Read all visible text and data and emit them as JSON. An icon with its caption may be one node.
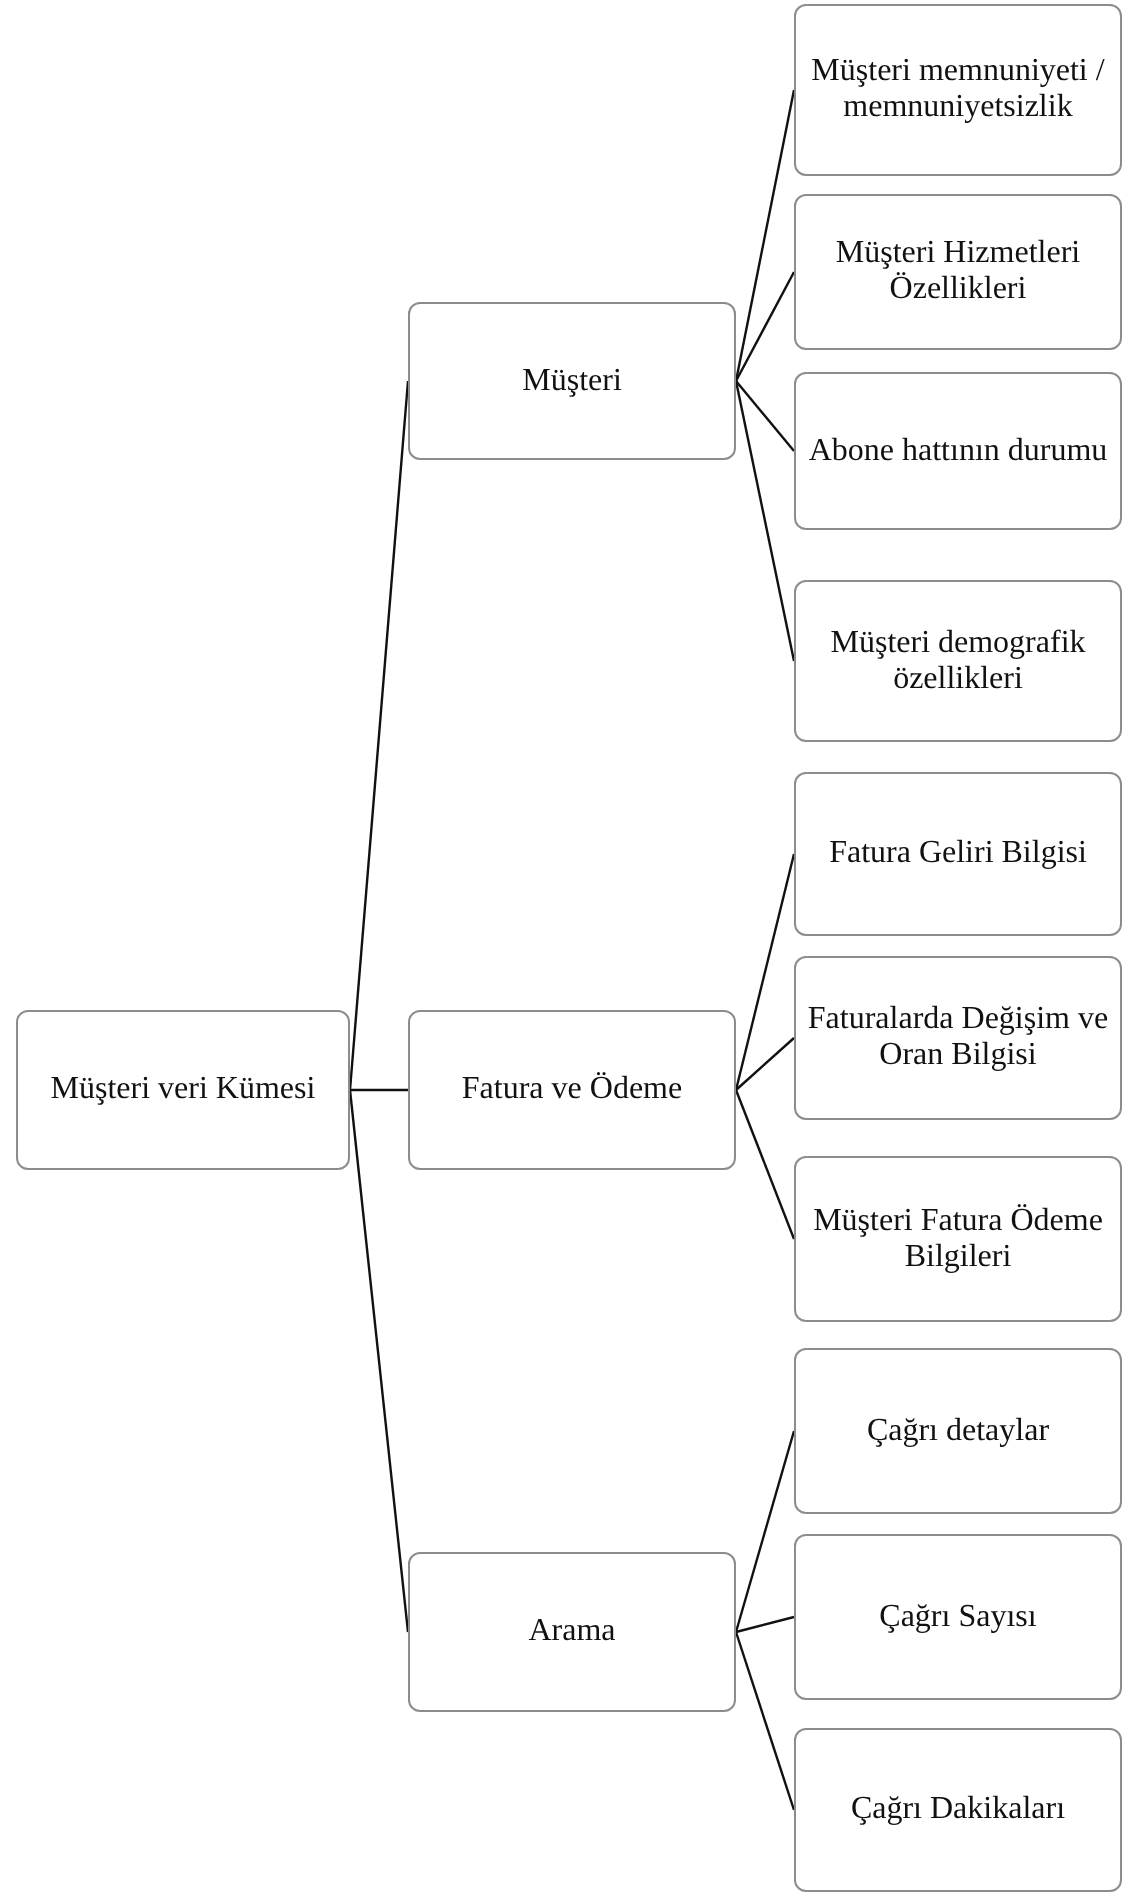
{
  "diagram": {
    "nodes": [
      {
        "text": [
          "Müşteri veri Kümesi"
        ]
      },
      {
        "text": [
          "Müşteri"
        ]
      },
      {
        "text": [
          "Müşteri memnuniyeti / memnuniyetsizlik"
        ]
      },
      {
        "text": [
          "Müşteri Hizmetleri Özellikleri"
        ]
      },
      {
        "text": [
          "Abone hattının durumu"
        ]
      },
      {
        "text": [
          "Müşteri demografik özellikleri"
        ]
      },
      {
        "text": [
          "Fatura ve Ödeme"
        ]
      },
      {
        "text": [
          "Fatura Geliri Bilgisi"
        ]
      },
      {
        "text": [
          "Faturalarda Değişim ve Oran Bilgisi"
        ]
      },
      {
        "text": [
          "Müşteri Fatura Ödeme Bilgileri"
        ]
      },
      {
        "text": [
          "Arama"
        ]
      },
      {
        "text": [
          "Çağrı detaylar"
        ]
      },
      {
        "text": [
          "Çağrı Sayısı"
        ]
      },
      {
        "text": [
          "Çağrı Dakikaları"
        ]
      }
    ],
    "edges": [
      {
        "from": 0,
        "to": 1,
        "arrow": "none"
      },
      {
        "from": 0,
        "to": 6,
        "arrow": "none"
      },
      {
        "from": 0,
        "to": 10,
        "arrow": "none"
      },
      {
        "from": 1,
        "to": 2,
        "arrow": "none"
      },
      {
        "from": 1,
        "to": 3,
        "arrow": "none"
      },
      {
        "from": 1,
        "to": 4,
        "arrow": "none"
      },
      {
        "from": 1,
        "to": 5,
        "arrow": "none"
      },
      {
        "from": 6,
        "to": 7,
        "arrow": "none"
      },
      {
        "from": 6,
        "to": 8,
        "arrow": "none"
      },
      {
        "from": 6,
        "to": 9,
        "arrow": "none"
      },
      {
        "from": 10,
        "to": 11,
        "arrow": "none"
      },
      {
        "from": 10,
        "to": 12,
        "arrow": "none"
      },
      {
        "from": 10,
        "to": 13,
        "arrow": "none"
      }
    ]
  }
}
